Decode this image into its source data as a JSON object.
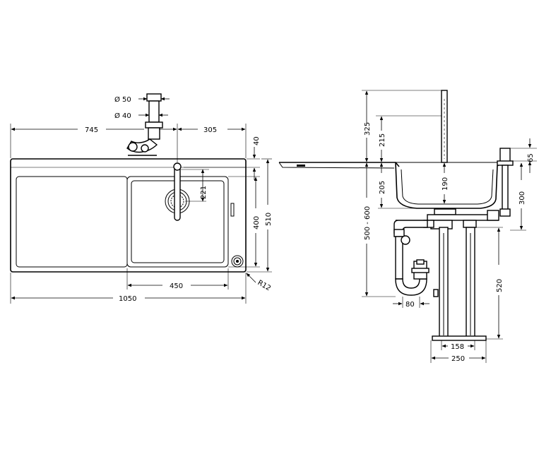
{
  "plan_view": {
    "dims": {
      "pipe_outer": "Ø 50",
      "pipe_inner": "Ø 40",
      "drainer_width": "745",
      "tap_offset": "305",
      "rim_offset": "40",
      "bowl_depth_plan": "221",
      "bowl_length": "400",
      "overall_depth": "510",
      "bowl_width": "450",
      "corner_radius": "R12",
      "overall_width": "1050"
    }
  },
  "side_view": {
    "dims": {
      "tap_height": "325",
      "tap_spout": "215",
      "dispenser_height": "65",
      "under_rim": "205",
      "bowl_depth": "190",
      "dispenser_depth": "300",
      "cabinet_range": "500 - 600",
      "leg_height": "520",
      "trap_width": "80",
      "foot_inner": "158",
      "foot_outer": "250"
    }
  }
}
